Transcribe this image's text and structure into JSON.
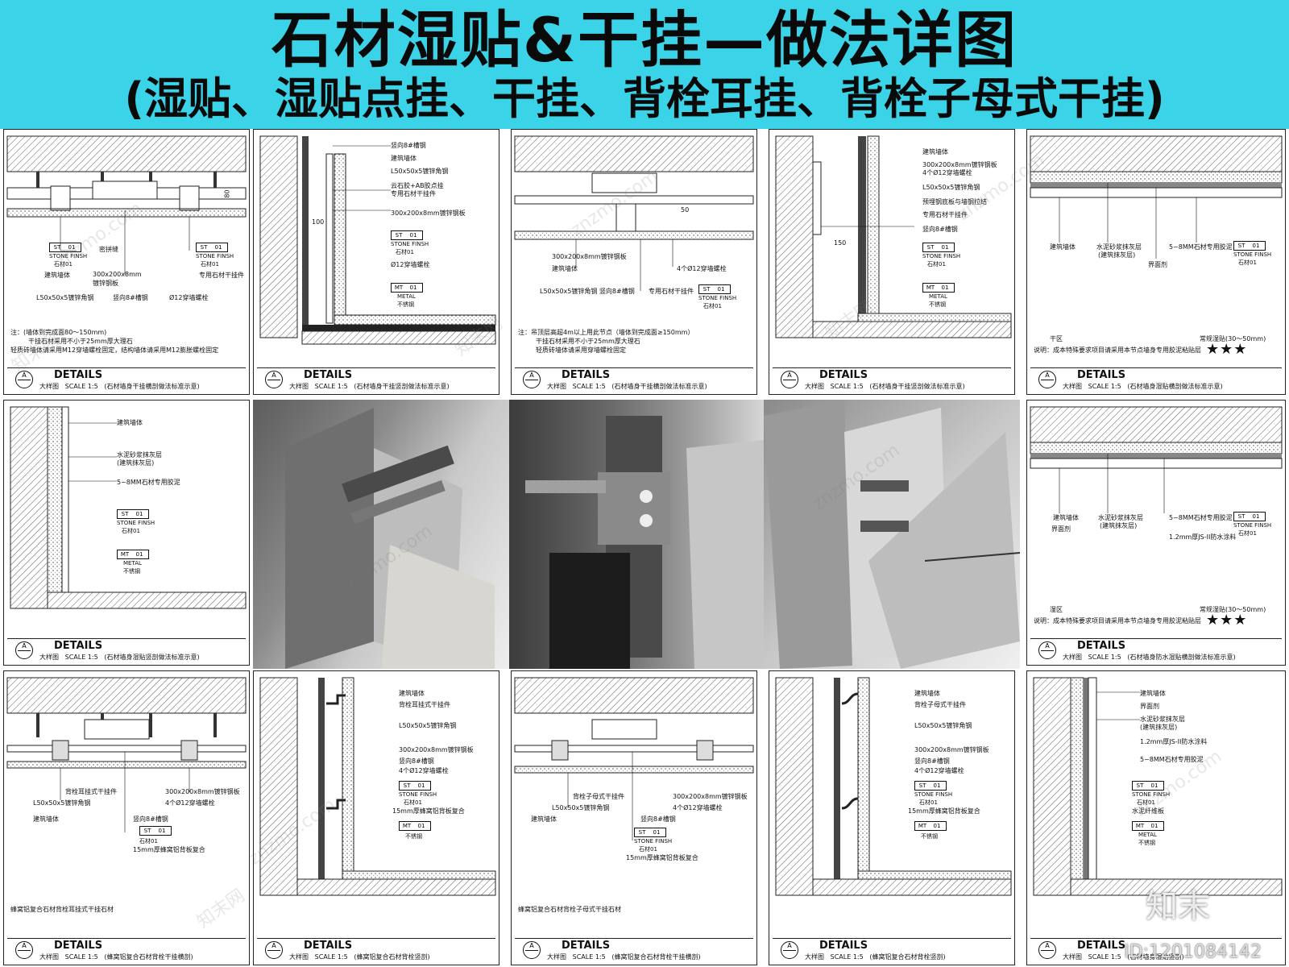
{
  "title": "石材湿贴&干挂—做法详图",
  "subtitle": "(湿贴、湿贴点挂、干挂、背栓耳挂、背栓子母式干挂)",
  "watermark": "znzmo.com",
  "watermark_cn": "知末网",
  "id_text": "ID:1201084142",
  "logo_text": "知末",
  "footer_common": {
    "details": "DETAILS",
    "scale": "SCALE 1:5",
    "letter": "A",
    "dash": "— —",
    "large": "大样图"
  },
  "tag_common": {
    "st": "ST",
    "num": "01",
    "finish": "STONE FINSH",
    "stone": "石材01",
    "mt": "MT",
    "metal": "METAL",
    "steel": "不锈钢"
  },
  "cells": [
    {
      "id": "c1",
      "caption": "(石材墙身干挂横剖做法标准示意)",
      "labels": [
        "密拼缝",
        "建筑墙体",
        "300x200x8mm",
        "镀锌钢板",
        "专用石材干挂件",
        "L50x50x5镀锌角钢",
        "竖向8#槽钢",
        "Ø12穿墙螺栓"
      ],
      "note": [
        "注：(墙体到完成面80～150mm)",
        "干挂石材采用不小于25mm厚大理石",
        "轻质砖墙体请采用M12穿墙螺栓固定，结构墙体请采用M12膨胀螺栓固定"
      ]
    },
    {
      "id": "c2",
      "caption": "(石材墙身干挂竖剖做法标准示意)",
      "labels": [
        "竖向8#槽钢",
        "建筑墙体",
        "L50x50x5镀锌角钢",
        "云石胶+AB胶点挂",
        "专用石材干挂件",
        "300x200x8mm镀锌钢板",
        "Ø12穿墙螺栓"
      ]
    },
    {
      "id": "c3",
      "caption": "(石材墙身干挂横剖做法标准示意)",
      "labels": [
        "300x200x8mm镀锌钢板",
        "建筑墙体",
        "L50x50x5镀锌角钢 竖向8#槽钢",
        "专用石材干挂件",
        "4个Ø12穿墙螺栓"
      ],
      "note": [
        "注：吊顶层高超4m以上用此节点（墙体到完成面≥150mm）",
        "干挂石材采用不小于25mm厚大理石",
        "轻质砖墙体请采用穿墙螺栓固定"
      ]
    },
    {
      "id": "c4",
      "caption": "(石材墙身干挂竖剖做法标准示意)",
      "labels": [
        "建筑墙体",
        "300x200x8mm镀锌钢板",
        "4个Ø12穿墙螺栓",
        "L50x50x5镀锌角钢",
        "预埋钢底板与墙钢拉结",
        "专用石材干挂件",
        "竖向8#槽钢"
      ]
    },
    {
      "id": "c5",
      "caption": "(石材墙身湿贴横剖做法标准示意)",
      "labels": [
        "建筑墙体",
        "水泥砂浆抹灰层",
        "(建筑抹灰层)",
        "5~8MM石材专用胶泥",
        "界面剂"
      ],
      "zone": "干区",
      "method": "常规湿贴(30～50mm)",
      "note": [
        "说明：成本特殊要求项目请采用本节点墙身专用胶泥粘贴层"
      ]
    },
    {
      "id": "c6",
      "caption": "(石材墙身湿贴竖剖做法标准示意)",
      "labels": [
        "建筑墙体",
        "水泥砂浆抹灰层",
        "(建筑抹灰层)",
        "5~8MM石材专用胶泥"
      ]
    },
    {
      "id": "c10",
      "caption": "(石材墙身防水湿贴横剖做法标准示意)",
      "labels": [
        "建筑墙体",
        "水泥砂浆抹灰层",
        "(建筑抹灰层)",
        "5~8MM石材专用胶泥",
        "界面剂",
        "1.2mm厚JS-II防水涂料"
      ],
      "zone": "湿区",
      "method": "常规湿贴(30～50mm)",
      "note": [
        "说明：成本特殊要求项目请采用本节点墙身专用胶泥粘贴层"
      ]
    },
    {
      "id": "c11",
      "caption": "(蜂窝铝复合石材背栓干挂横剖)",
      "labels": [
        "背栓耳挂式干挂件",
        "300x200x8mm镀锌钢板",
        "L50x50x5镀锌角钢",
        "4个Ø12穿墙螺栓",
        "建筑墙体",
        "竖向8#槽钢",
        "15mm厚蜂窝铝背板复合"
      ],
      "note": [
        "蜂窝铝复合石材背栓耳挂式干挂石材"
      ]
    },
    {
      "id": "c12",
      "caption": "(蜂窝铝复合石材背栓竖剖)",
      "labels": [
        "建筑墙体",
        "背栓耳挂式干挂件",
        "L50x50x5镀锌角钢",
        "300x200x8mm镀锌钢板",
        "竖向8#槽钢",
        "4个Ø12穿墙螺栓",
        "15mm厚蜂窝铝背板复合"
      ]
    },
    {
      "id": "c13",
      "caption": "(蜂窝铝复合石材背栓干挂横剖)",
      "labels": [
        "背栓子母式干挂件",
        "300x200x8mm镀锌钢板",
        "L50x50x5镀锌角钢",
        "4个Ø12穿墙螺栓",
        "建筑墙体",
        "竖向8#槽钢",
        "15mm厚蜂窝铝背板复合"
      ],
      "note": [
        "蜂窝铝复合石材背栓子母式干挂石材"
      ]
    },
    {
      "id": "c14",
      "caption": "(蜂窝铝复合石材背栓竖剖)",
      "labels": [
        "建筑墙体",
        "背栓子母式干挂件",
        "L50x50x5镀锌角钢",
        "300x200x8mm镀锌钢板",
        "竖向8#槽钢",
        "4个Ø12穿墙螺栓",
        "15mm厚蜂窝铝背板复合"
      ]
    },
    {
      "id": "c15",
      "caption": "(石材墙身湿贴竖剖)",
      "labels": [
        "建筑墙体",
        "界面剂",
        "水泥砂浆抹灰层",
        "(建筑抹灰层)",
        "1.2mm厚JS-II防水涂料",
        "5~8MM石材专用胶泥",
        "水泥纤维板"
      ]
    }
  ],
  "stars": "★★★",
  "dims": {
    "d1": "80",
    "d2": "50",
    "d3": "150",
    "d4": "100"
  }
}
